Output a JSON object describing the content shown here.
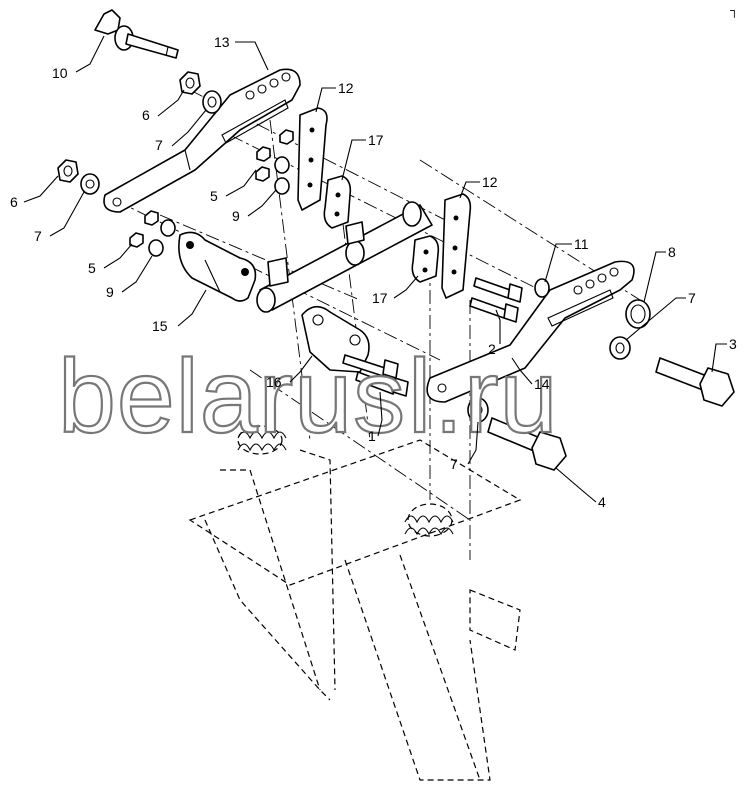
{
  "site": {
    "watermark": "belarusǀ.ru"
  },
  "corner_mark": "┐",
  "colors": {
    "line": "#000000",
    "watermark_outline": "#777777",
    "background": "#ffffff"
  },
  "callouts": [
    {
      "id": "10",
      "label": "10"
    },
    {
      "id": "13",
      "label": "13"
    },
    {
      "id": "6a",
      "label": "6"
    },
    {
      "id": "7a",
      "label": "7"
    },
    {
      "id": "12a",
      "label": "12"
    },
    {
      "id": "17a",
      "label": "17"
    },
    {
      "id": "6b",
      "label": "6"
    },
    {
      "id": "7b",
      "label": "7"
    },
    {
      "id": "5a",
      "label": "5"
    },
    {
      "id": "9a",
      "label": "9"
    },
    {
      "id": "12b",
      "label": "12"
    },
    {
      "id": "11",
      "label": "11"
    },
    {
      "id": "8",
      "label": "8"
    },
    {
      "id": "5b",
      "label": "5"
    },
    {
      "id": "9b",
      "label": "9"
    },
    {
      "id": "7c",
      "label": "7"
    },
    {
      "id": "3",
      "label": "3"
    },
    {
      "id": "17b",
      "label": "17"
    },
    {
      "id": "2",
      "label": "2"
    },
    {
      "id": "15",
      "label": "15"
    },
    {
      "id": "14",
      "label": "14"
    },
    {
      "id": "16",
      "label": "16"
    },
    {
      "id": "1",
      "label": "1"
    },
    {
      "id": "7d",
      "label": "7"
    },
    {
      "id": "4",
      "label": "4"
    }
  ]
}
